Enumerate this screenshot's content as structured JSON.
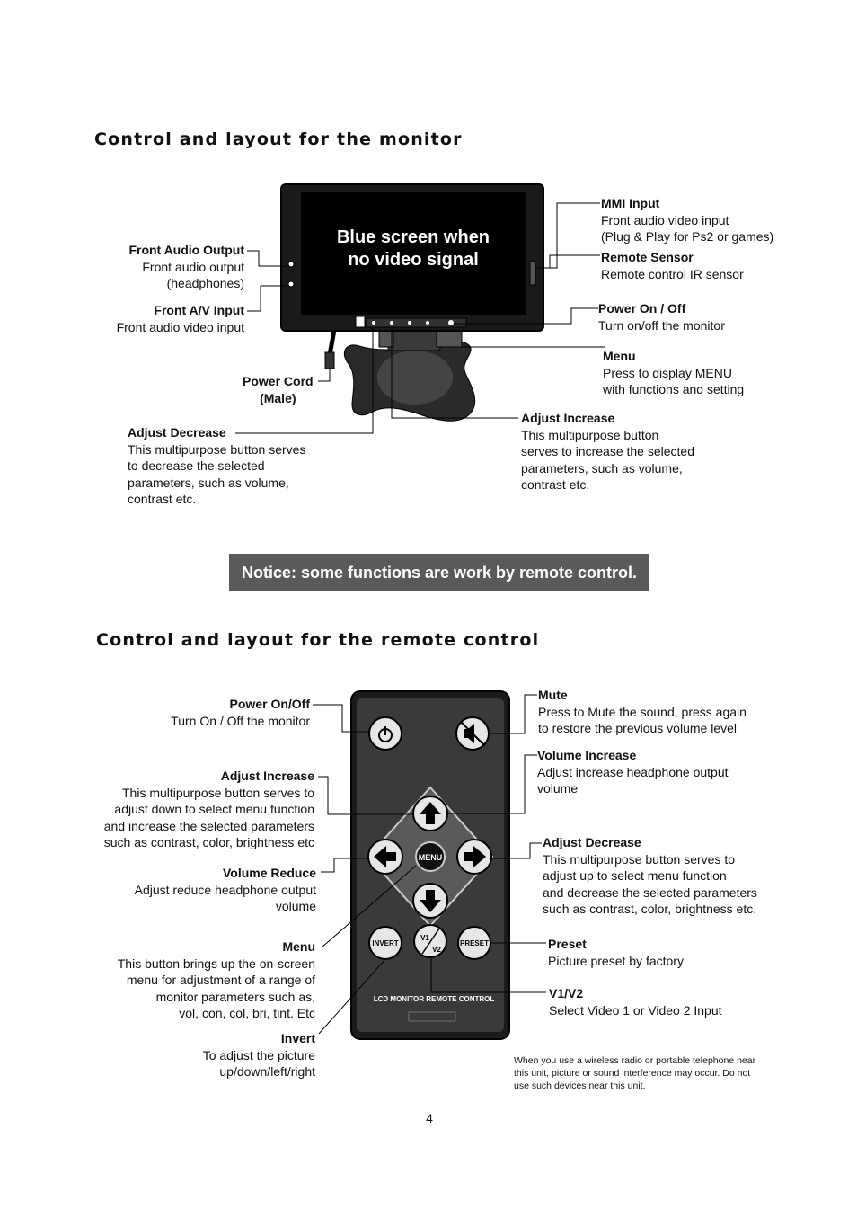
{
  "section1": {
    "title": "Control and layout for the monitor",
    "screen_text": [
      "Blue screen when",
      "no video signal"
    ],
    "labels": {
      "front_audio_output": {
        "title": "Front Audio Output",
        "lines": [
          "Front audio output",
          "(headphones)"
        ]
      },
      "front_av_input": {
        "title": "Front A/V Input",
        "lines": [
          "Front audio video input"
        ]
      },
      "power_cord": {
        "title": "Power Cord",
        "lines": [
          "(Male)"
        ]
      },
      "adjust_decrease": {
        "title": "Adjust Decrease",
        "lines": [
          "This multipurpose button serves",
          "to decrease the selected",
          "parameters, such as volume,",
          "contrast etc."
        ]
      },
      "mmi_input": {
        "title": "MMI Input",
        "lines": [
          "Front audio  video input",
          "(Plug & Play for Ps2 or games)"
        ]
      },
      "remote_sensor": {
        "title": "Remote Sensor",
        "lines": [
          "Remote control IR sensor"
        ]
      },
      "power_onoff": {
        "title": "Power On / Off",
        "lines": [
          "Turn on/off the monitor"
        ]
      },
      "menu": {
        "title": "Menu",
        "lines": [
          "Press to display MENU",
          "with functions and setting"
        ]
      },
      "adjust_increase": {
        "title": "Adjust Increase",
        "lines": [
          "This multipurpose button",
          "serves to increase the selected",
          "parameters, such as volume,",
          "contrast etc."
        ]
      }
    }
  },
  "notice": "Notice: some functions are work by remote control.",
  "section2": {
    "title": "Control  and layout for the remote control",
    "labels": {
      "power_onoff": {
        "title": "Power On/Off",
        "lines": [
          "Turn  On / Off  the monitor"
        ]
      },
      "adjust_increase": {
        "title": "Adjust Increase",
        "lines": [
          "This multipurpose button serves to",
          "adjust down to select menu function",
          "and increase the selected parameters",
          "such as contrast, color, brightness etc"
        ]
      },
      "volume_reduce": {
        "title": "Volume Reduce",
        "lines": [
          "Adjust reduce headphone output",
          "volume"
        ]
      },
      "menu": {
        "title": "Menu",
        "lines": [
          "This button brings up the on-screen",
          "menu for adjustment of a range of",
          "monitor parameters such as,",
          "vol, con, col, bri, tint. Etc"
        ]
      },
      "invert": {
        "title": "Invert",
        "lines": [
          "To adjust the picture",
          "up/down/left/right"
        ]
      },
      "mute": {
        "title": "Mute",
        "lines": [
          "Press to Mute the sound, press again",
          "to restore the previous volume level"
        ]
      },
      "volume_increase": {
        "title": "Volume Increase",
        "lines": [
          "Adjust increase  headphone output",
          "volume"
        ]
      },
      "adjust_decrease": {
        "title": "Adjust Decrease",
        "lines": [
          "This multipurpose button serves to",
          "adjust up to select menu function",
          "and decrease the selected parameters",
          "such as contrast, color, brightness etc."
        ]
      },
      "preset": {
        "title": "Preset",
        "lines": [
          "Picture preset by factory"
        ]
      },
      "v1v2": {
        "title": "V1/V2",
        "lines": [
          "Select Video 1 or Video 2 Input"
        ]
      }
    },
    "remote": {
      "menu_button": "MENU",
      "invert_button": "INVERT",
      "v1_text": "V1",
      "v2_text": "V2",
      "preset_button": "PRESET",
      "brand": "LCD MONITOR REMOTE CONTROL"
    }
  },
  "warning_note": [
    "When you use a wireless radio or portable telephone near",
    "this unit, picture or sound interference may occur. Do not",
    "use such devices near this unit."
  ],
  "page_number": "4"
}
